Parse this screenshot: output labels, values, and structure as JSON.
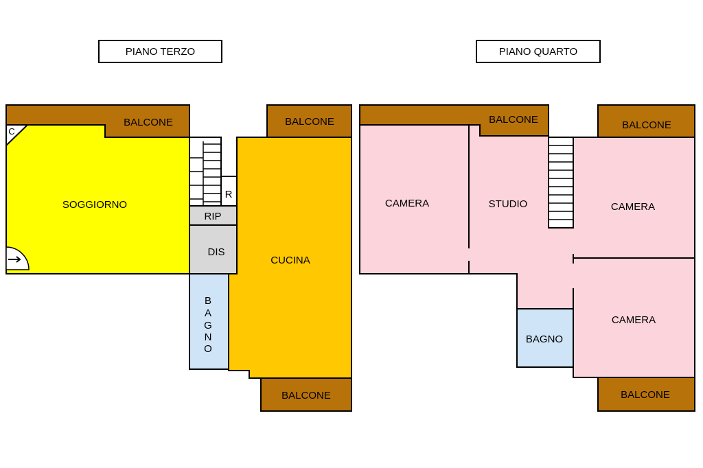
{
  "floors": {
    "third": {
      "title": "PIANO TERZO"
    },
    "fourth": {
      "title": "PIANO QUARTO"
    }
  },
  "rooms": {
    "third": {
      "balcone_left": "BALCONE",
      "balcone_right": "BALCONE",
      "balcone_bottom": "BALCONE",
      "closet": "C",
      "living": "SOGGIORNO",
      "storage": "R",
      "landing": "RIP",
      "hall": "DIS",
      "kitchen": "CUCINA",
      "bath_letters": [
        "B",
        "A",
        "G",
        "N",
        "O"
      ]
    },
    "fourth": {
      "balcone_top_left": "BALCONE",
      "balcone_top_right": "BALCONE",
      "balcone_bottom": "BALCONE",
      "camera_left": "CAMERA",
      "study": "STUDIO",
      "camera_top_right": "CAMERA",
      "camera_bottom_right": "CAMERA",
      "bath": "BAGNO"
    }
  },
  "colors": {
    "balcony": "#b8720a",
    "living": "#ffff00",
    "kitchen": "#ffc800",
    "hall": "#d8d8d8",
    "bath": "#cfe4f7",
    "bedroom": "#fcd4dc",
    "wall": "#000000"
  }
}
